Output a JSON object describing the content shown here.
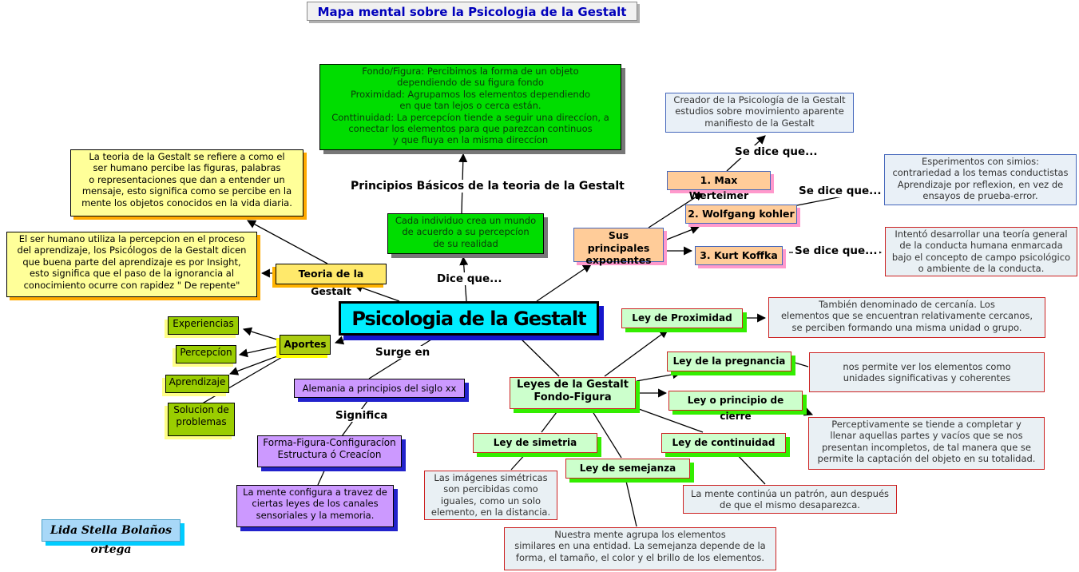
{
  "title": "Mapa mental sobre la Psicologia de la Gestalt",
  "signature": "Lida Stella Bolaños ortega",
  "colors": {
    "main_node_bg": "#00eeff",
    "main_shadow": "#1515cc",
    "bright_green": "#00dd00",
    "note_yellow": "#ffff99",
    "note_shadow": "#ffaa00",
    "peach": "#ffcc99",
    "peach_border": "#4466bb",
    "peach_shadow": "#ff99cc",
    "olive": "#9acd00",
    "purple": "#cc99ff",
    "purple_shadow": "#2222cc",
    "law_green": "#ccffcc",
    "law_border": "#cc2222",
    "law_shadow": "#33ee00",
    "desc_bg": "#e9f0f4",
    "title_blue": "#0000bb",
    "signature_bg": "#a8d8f8"
  },
  "nodes": {
    "principios_box": "Fondo/Figura: Percibimos la forma de un objeto\ndependiendo de su figura fondo\nProximidad: Agrupamos los elementos dependiendo\nen que tan lejos o cerca están.\nConttinuidad: La percepcíon tiende a seguir una direccíon, a\nconectar los elementos para que parezcan continuos\ny que fluya en la misma direccíon",
    "teoria_desc": "La teoria de la Gestalt se refiere a como el\nser humano percibe las figuras, palabras\no representaciones que dan a entender un\nmensaje, esto significa como se percibe en la\nmente los objetos conocidos en la vida diaria.",
    "insight_desc": "El ser humano utiliza la percepcion en el proceso\ndel aprendizaje, los Psicólogos de la Gestalt  dicen\nque buena parte del aprendizaje es por Insight,\nesto significa que el paso de la ignorancia al\nconocimiento ocurre con rapidez \" De repente\"",
    "cada_individuo": "Cada individuo crea un mundo\nde acuerdo a su percepcíon\nde su realidad",
    "teoria": "Teoria de la Gestalt",
    "main": "Psicologia de la Gestalt",
    "exponentes": "Sus principales\nexponentes",
    "max": "1. Max Werteimer",
    "wolfgang": "2. Wolfgang kohler",
    "kurt": "3. Kurt Koffka",
    "creador": "Creador de la Psicología de la Gestalt\nestudios sobre movimiento aparente\nmanifiesto de la Gestalt",
    "simios": "Esperimentos con simios:\ncontrariedad a los temas conductistas\nAprendizaje por reflexion, en vez de\nensayos  de prueba-error.",
    "koffka_desc": "Intentó desarrollar una teoría general\nde la conducta humana enmarcada\nbajo el concepto de campo psicológico\no ambiente de la conducta.",
    "experiencias": "Experiencias",
    "percepcion": "Percepcíon",
    "aprendizaje": "Aprendizaje",
    "solucion": "Solucion de\nproblemas",
    "aportes": "Aportes",
    "alemania": "Alemania a principios del siglo xx",
    "forma": "Forma-Figura-Configuracíon\nEstructura ó Creacíon",
    "mente_configura": "La mente configura a travez de\nciertas leyes de los canales\nsensoriales y la memoria.",
    "leyes": "Leyes de la Gestalt\nFondo-Figura",
    "proximidad": "Ley de Proximidad",
    "proximidad_desc": "También denominado de cercanía. Los\nelementos que se encuentran relativamente cercanos,\nse perciben formando una misma unidad o grupo.",
    "pregnancia": "Ley de la pregnancia",
    "pregnancia_desc": "nos permite ver los elementos como\nunidades significativas y coherentes",
    "cierre": "Ley o principio de cierre",
    "cierre_desc": "Perceptivamente se tiende a completar y\nllenar aquellas partes y vacíos que se nos\npresentan incompletos, de tal manera que se\npermite la captación del objeto en su totalidad.",
    "simetria": "Ley de simetria",
    "simetria_desc": "Las imágenes simétricas\nson percibidas como\niguales, como un solo\nelemento, en la distancia.",
    "semejanza": "Ley de semejanza",
    "semejanza_desc": "Nuestra mente agrupa los elementos\nsimilares en una entidad. La semejanza depende de la\nforma, el tamaño, el color y el brillo de los elementos.",
    "continuidad": "Ley de continuidad",
    "continuidad_desc": "La mente continúa un patrón, aun después\nde que el mismo desaparezca."
  },
  "labels": {
    "principios": "Principios Básicos de la teoria de la Gestalt",
    "dice_que": "Dice que...",
    "surge_en": "Surge en",
    "significa": "Significa",
    "se_dice_1": "Se dice que...",
    "se_dice_2": "Se dice que...",
    "se_dice_3": "Se dice que..."
  }
}
